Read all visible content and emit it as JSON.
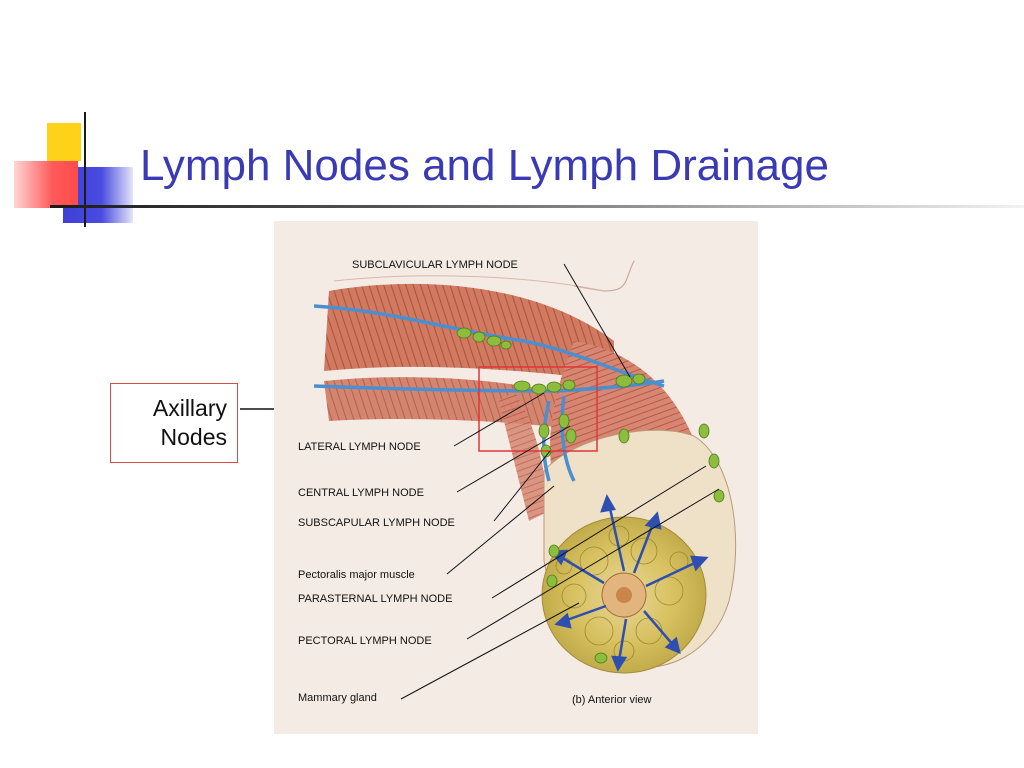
{
  "slide": {
    "title": "Lymph Nodes and Lymph Drainage"
  },
  "callout": {
    "line1": "Axillary",
    "line2": "Nodes"
  },
  "figure": {
    "labels": {
      "subclavicular": "SUBCLAVICULAR LYMPH NODE",
      "lateral": "LATERAL LYMPH NODE",
      "central": "CENTRAL LYMPH NODE",
      "subscapular": "SUBSCAPULAR LYMPH NODE",
      "pectoralis": "Pectoralis major muscle",
      "parasternal": "PARASTERNAL LYMPH NODE",
      "pectoral": "PECTORAL LYMPH NODE",
      "mammary": "Mammary gland",
      "view": "(b) Anterior view"
    }
  },
  "colors": {
    "title": "#3a3ab4",
    "callout_border": "#d94a4a",
    "highlight_box": "#e0363a",
    "lymph_node": "#8dbd3c",
    "vessel": "#4a8fd0",
    "muscle": "#c86850",
    "arrow": "#2f4fb0"
  }
}
